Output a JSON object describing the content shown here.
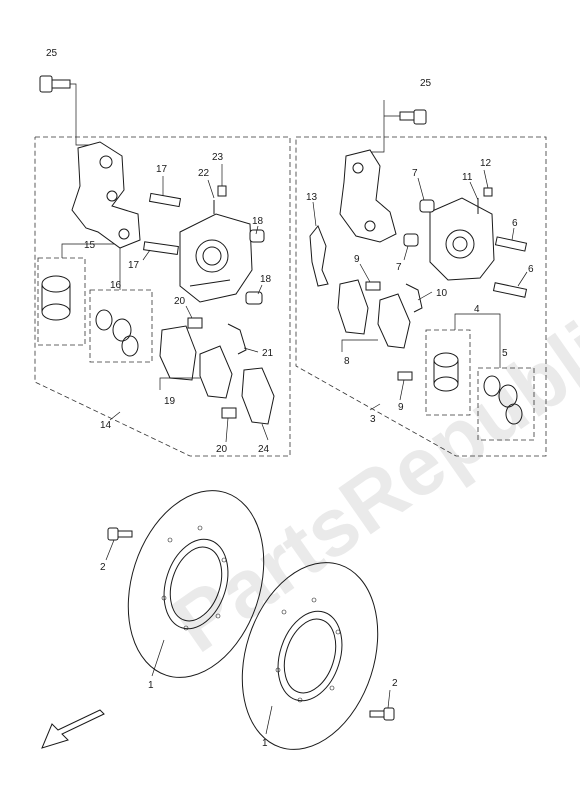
{
  "watermark": "PartsRepublik",
  "callouts": {
    "c1a": "1",
    "c1b": "1",
    "c2a": "2",
    "c2b": "2",
    "c3": "3",
    "c4": "4",
    "c5": "5",
    "c6a": "6",
    "c6b": "6",
    "c7a": "7",
    "c7b": "7",
    "c8": "8",
    "c9a": "9",
    "c9b": "9",
    "c10": "10",
    "c11": "11",
    "c12": "12",
    "c13": "13",
    "c14": "14",
    "c15": "15",
    "c16": "16",
    "c17a": "17",
    "c17b": "17",
    "c18a": "18",
    "c18b": "18",
    "c19": "19",
    "c20a": "20",
    "c20b": "20",
    "c21": "21",
    "c22": "22",
    "c23": "23",
    "c24": "24",
    "c25a": "25",
    "c25b": "25"
  },
  "colors": {
    "line": "#1a1a1a",
    "watermark": "#d9d9d9"
  }
}
